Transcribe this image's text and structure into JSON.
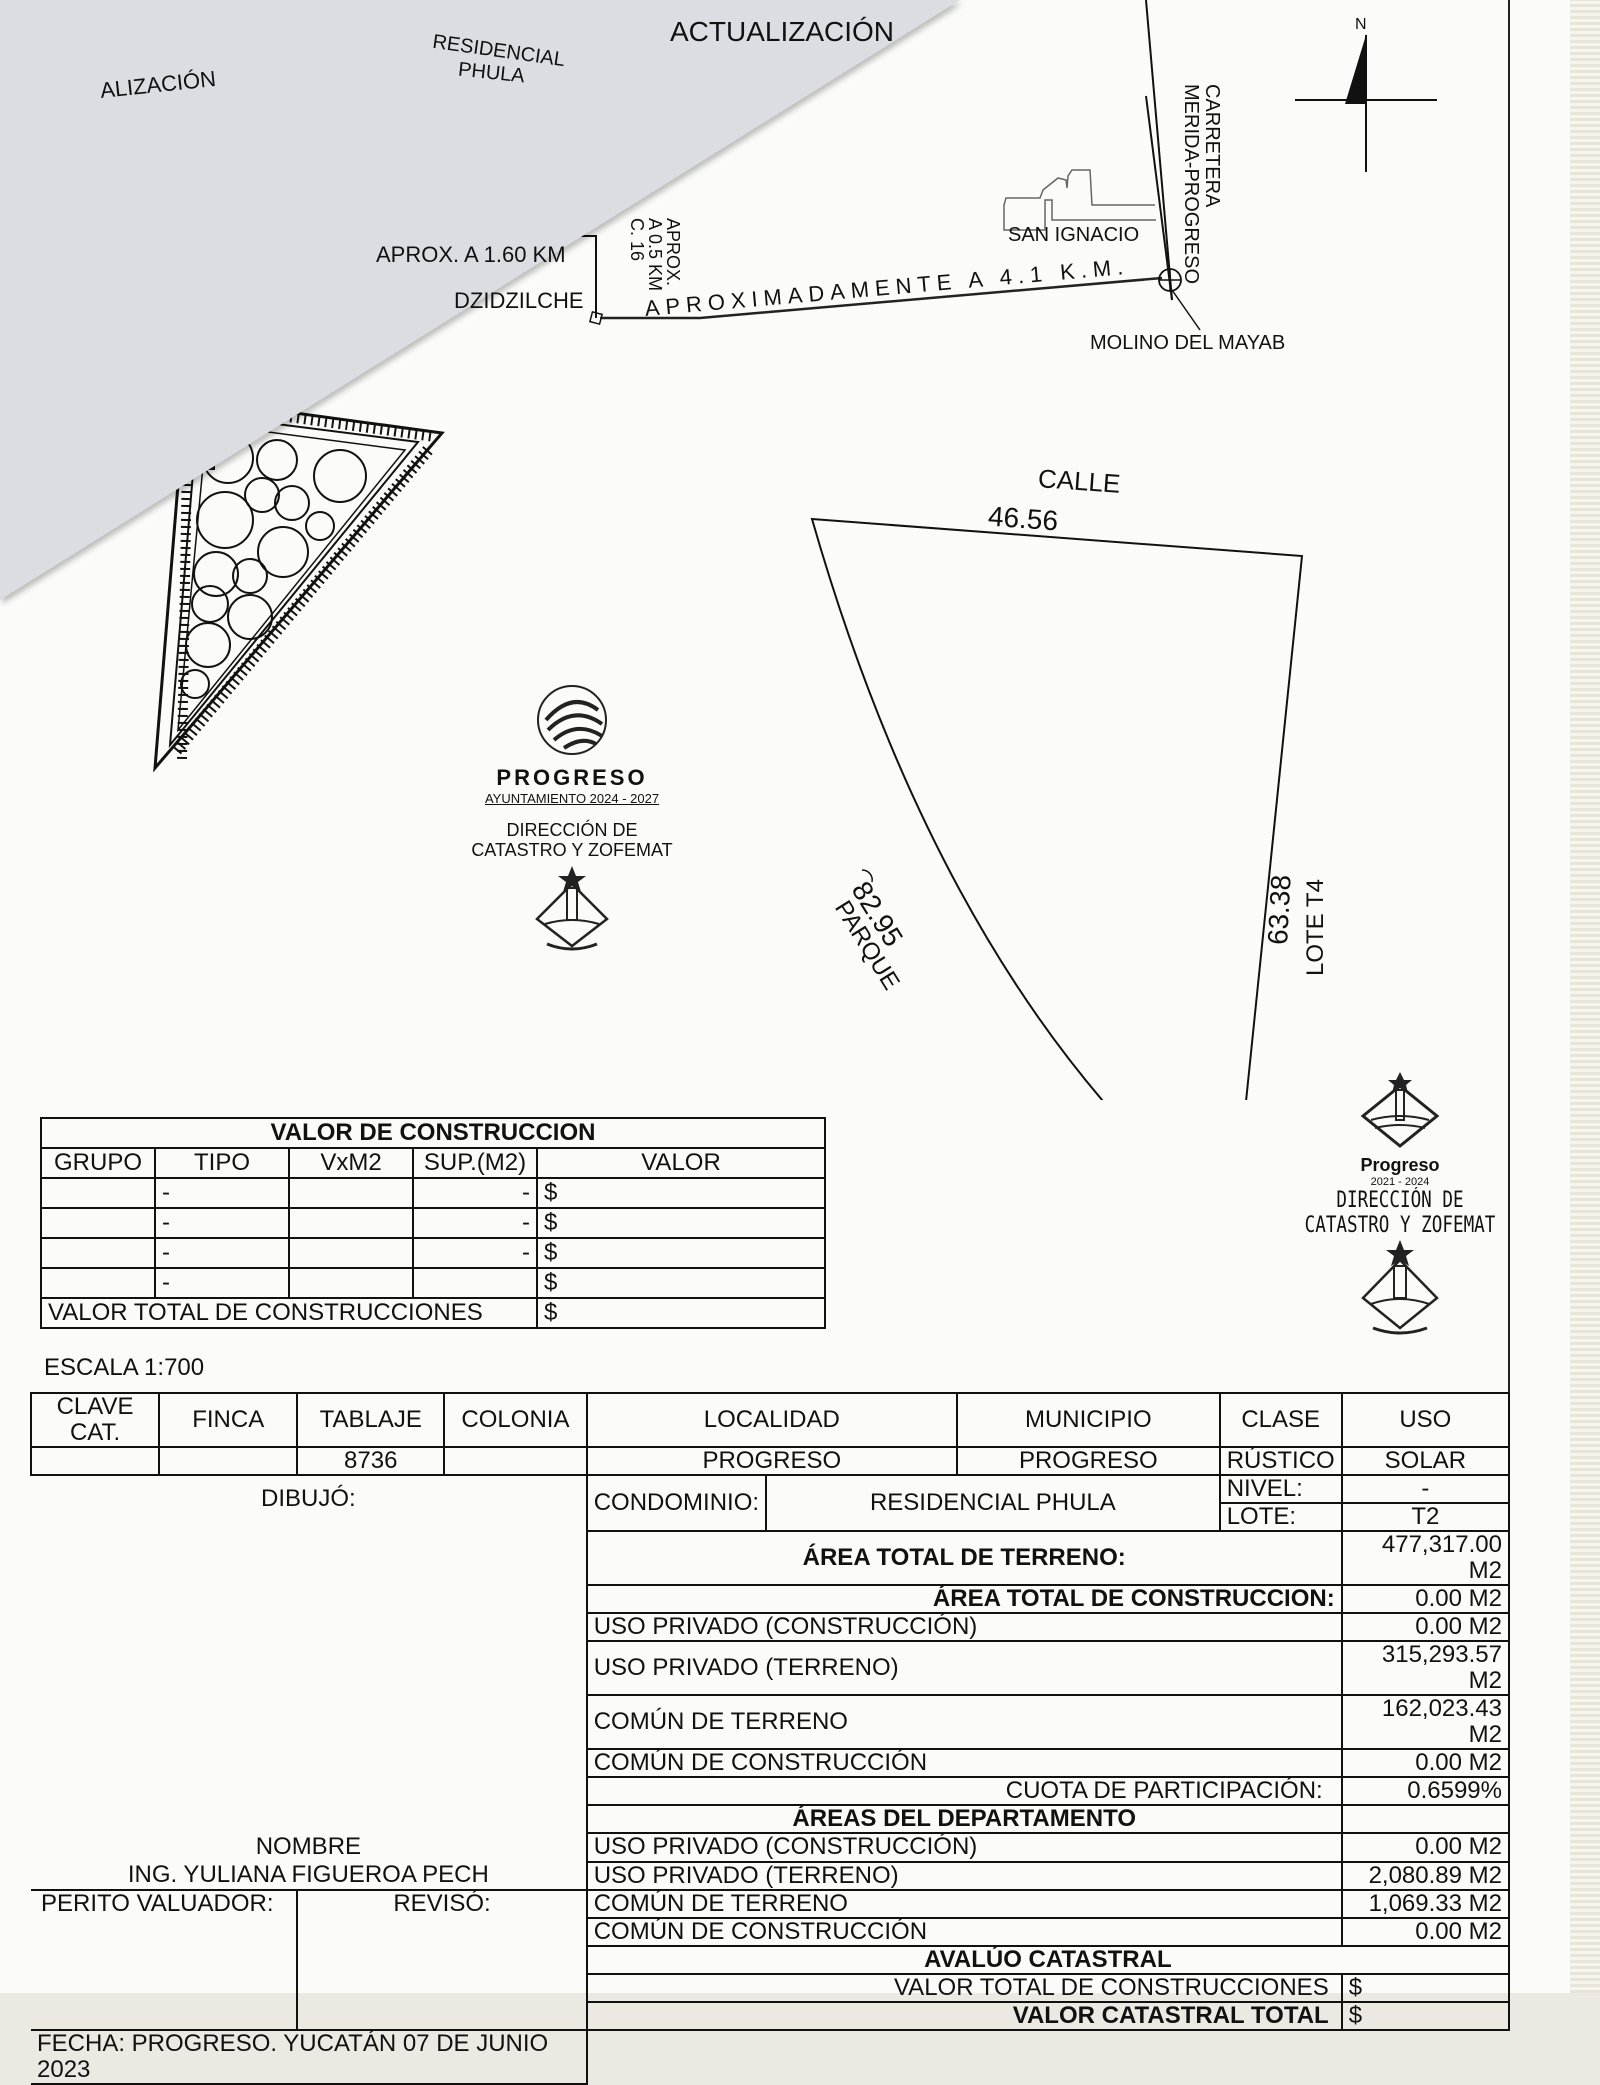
{
  "header": {
    "title": "ACTUALIZACIÓN",
    "title_cropped": "ALIZACIÓN",
    "north_label": "N"
  },
  "location_map": {
    "residencial_label_line1": "RESIDENCIAL",
    "residencial_label_line2": "PHULA",
    "aprox_1_60": "APROX. A 1.60  KM",
    "aprox_0_5_line1": "APROX.",
    "aprox_0_5_line2": "A 0.5 KM",
    "aprox_0_5_line3": "C. 16",
    "dzidzilche": "DZIDZILCHE",
    "aprox_4_1": "APROXIMADAMENTE A 4.1 K.M.",
    "san_ignacio": "SAN IGNACIO",
    "carretera_line1": "CARRETERA",
    "carretera_line2": "MERIDA-PROGRESO",
    "molino": "MOLINO DEL MAYAB"
  },
  "lot_plan": {
    "top_label": "CALLE",
    "top_length": "46.56",
    "left_length": "82.95",
    "left_label": "PARQUE",
    "right_length": "63.38",
    "right_label": "LOTE T4"
  },
  "stamps": {
    "stamp1": {
      "name": "PROGRESO",
      "subtitle": "AYUNTAMIENTO 2024 - 2027",
      "line1": "DIRECCIÓN DE",
      "line2": "CATASTRO Y ZOFEMAT"
    },
    "stamp2": {
      "name": "Progreso",
      "subtitle": "2021 - 2024",
      "line1": "DIRECCIÓN DE",
      "line2": "CATASTRO Y ZOFEMAT"
    }
  },
  "construction_table": {
    "title": "VALOR DE  CONSTRUCCION",
    "headers": [
      "GRUPO",
      "TIPO",
      "VxM2",
      "SUP.(M2)",
      "VALOR"
    ],
    "rows": [
      {
        "grupo": "",
        "tipo": "-",
        "vxm2": "",
        "sup": "-",
        "valor": "$"
      },
      {
        "grupo": "",
        "tipo": "-",
        "vxm2": "",
        "sup": "-",
        "valor": "$"
      },
      {
        "grupo": "",
        "tipo": "-",
        "vxm2": "",
        "sup": "-",
        "valor": "$"
      },
      {
        "grupo": "",
        "tipo": "-",
        "vxm2": "",
        "sup": "",
        "valor": "$"
      }
    ],
    "total_label": "VALOR TOTAL DE CONSTRUCCIONES",
    "total_value": "$"
  },
  "scale": "ESCALA 1:700",
  "data_table": {
    "headers": {
      "clave_cat": "CLAVE CAT.",
      "finca": "FINCA",
      "tablaje": "TABLAJE",
      "colonia": "COLONIA",
      "localidad": "LOCALIDAD",
      "municipio": "MUNICIPIO",
      "clase": "CLASE",
      "uso": "USO"
    },
    "values": {
      "clave_cat": "",
      "finca": "",
      "tablaje": "8736",
      "colonia": "",
      "localidad": "PROGRESO",
      "municipio": "PROGRESO",
      "clase": "RÚSTICO",
      "uso": "SOLAR"
    },
    "condominio_label": "CONDOMINIO:",
    "condominio_value": "RESIDENCIAL PHULA",
    "nivel_label": "NIVEL:",
    "nivel_value": "-",
    "lote_label": "LOTE:",
    "lote_value": "T2",
    "areas": [
      {
        "label": "ÁREA TOTAL DE TERRENO:",
        "value": "477,317.00 M2",
        "style": "bold-center"
      },
      {
        "label": "ÁREA TOTAL DE CONSTRUCCION:",
        "value": "0.00 M2",
        "style": "bold-right"
      },
      {
        "label": "USO PRIVADO (CONSTRUCCIÓN)",
        "value": "0.00 M2",
        "style": "left"
      },
      {
        "label": "USO PRIVADO (TERRENO)",
        "value": "315,293.57 M2",
        "style": "left"
      },
      {
        "label": "COMÚN DE TERRENO",
        "value": "162,023.43 M2",
        "style": "left"
      },
      {
        "label": "COMÚN DE CONSTRUCCIÓN",
        "value": "0.00 M2",
        "style": "left"
      },
      {
        "label": "CUOTA DE PARTICIPACIÓN:",
        "value": "0.6599%",
        "style": "right"
      }
    ],
    "dept_title": "ÁREAS DEL DEPARTAMENTO",
    "dept_areas": [
      {
        "label": "USO PRIVADO (CONSTRUCCIÓN)",
        "value": "0.00 M2"
      },
      {
        "label": "USO PRIVADO (TERRENO)",
        "value": "2,080.89 M2"
      },
      {
        "label": "COMÚN DE TERRENO",
        "value": "1,069.33 M2"
      },
      {
        "label": "COMÚN DE CONSTRUCCIÓN",
        "value": "0.00 M2"
      }
    ],
    "avaluo_title": "AVALÚO CATASTRAL",
    "valor_total_construcciones_label": "VALOR TOTAL DE CONSTRUCCIONES",
    "valor_total_construcciones_value": "$",
    "valor_catastral_total_label": "VALOR CATASTRAL TOTAL",
    "valor_catastral_total_value": "$",
    "dibujo_label": "DIBUJÓ:",
    "nombre_label": "NOMBRE",
    "nombre_value": "ING. YULIANA FIGUEROA PECH",
    "perito_label": "PERITO VALUADOR:",
    "reviso_label": "REVISÓ:",
    "fecha": "FECHA: PROGRESO. YUCATÁN 07 DE JUNIO 2023"
  }
}
